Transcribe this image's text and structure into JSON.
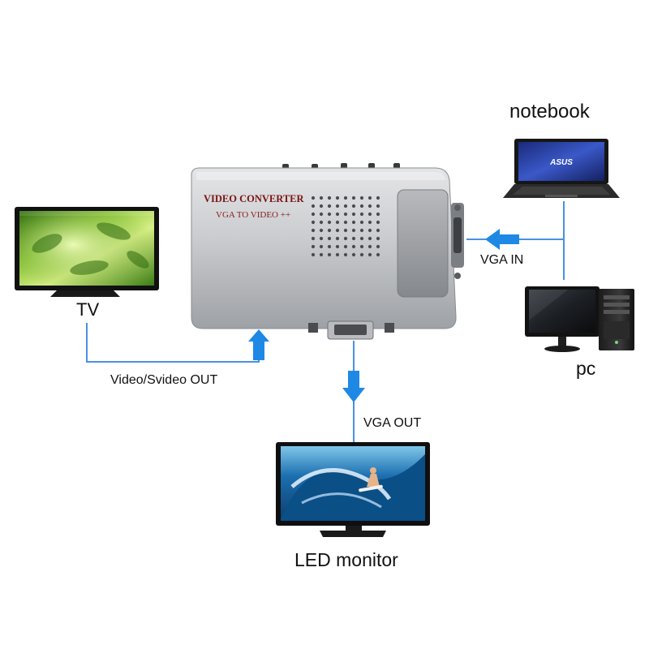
{
  "converter": {
    "brand_line1": "VIDEO CONVERTER",
    "brand_line2": "VGA TO VIDEO ++"
  },
  "labels": {
    "tv": "TV",
    "notebook": "notebook",
    "pc": "pc",
    "led_monitor": "LED monitor",
    "vga_in": "VGA IN",
    "vga_out": "VGA OUT",
    "video_out": "Video/Svideo OUT"
  },
  "laptop_logo": "ASUS",
  "colors": {
    "connector_line": "#4a90e2",
    "arrow_fill": "#1e88e5",
    "converter_body": "#c7c9cc",
    "screen_bezel": "#101010"
  }
}
